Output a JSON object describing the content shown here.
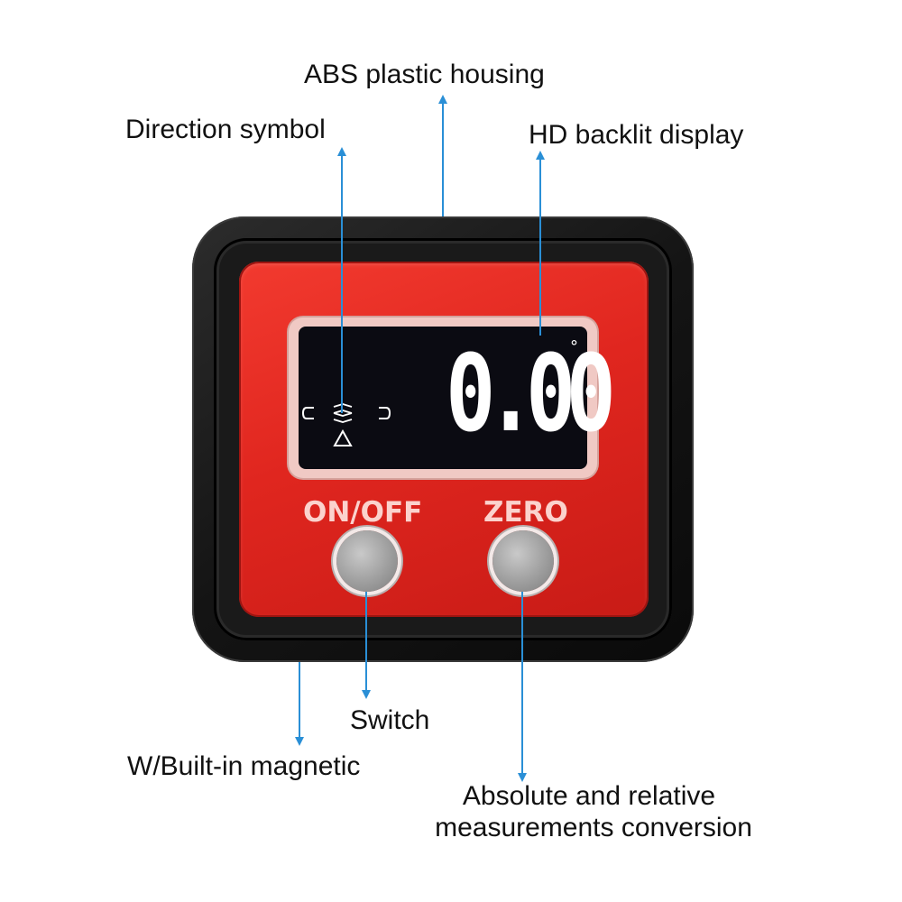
{
  "callouts": {
    "housing": "ABS plastic housing",
    "direction_symbol": "Direction symbol",
    "display": "HD backlit display",
    "switch": "Switch",
    "magnetic": "W/Built-in magnetic",
    "conversion_line1": "Absolute and relative",
    "conversion_line2": "measurements conversion"
  },
  "device": {
    "reading": "0.00",
    "degree_symbol": "°",
    "buttons": {
      "on_off_label": "ON/OFF",
      "zero_label": "ZERO"
    }
  },
  "colors": {
    "faceplate": "#e0261f",
    "housing": "#141414",
    "arrow": "#2a8fd6",
    "lcd_background": "#0b0b12"
  }
}
